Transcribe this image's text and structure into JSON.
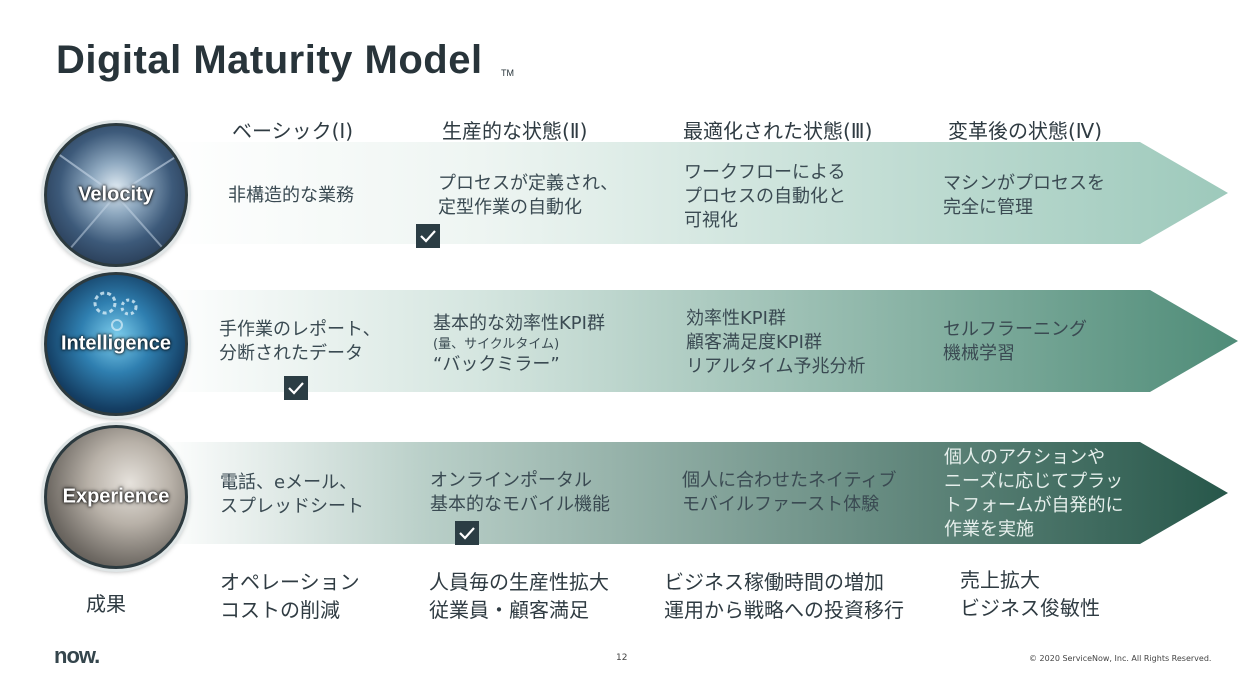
{
  "title": "Digital Maturity Model",
  "tm": "TM",
  "columns": [
    "ベーシック(I)",
    "生産的な状態(Ⅱ)",
    "最適化された状態(Ⅲ)",
    "変革後の状態(Ⅳ)"
  ],
  "rows": [
    {
      "name": "Velocity",
      "cells": [
        {
          "lines": [
            "非構造的な業務"
          ]
        },
        {
          "lines": [
            "プロセスが定義され、",
            "定型作業の自動化"
          ]
        },
        {
          "lines": [
            "ワークフローによる",
            "プロセスの自動化と",
            "可視化"
          ]
        },
        {
          "lines": [
            "マシンがプロセスを",
            "完全に管理"
          ]
        }
      ]
    },
    {
      "name": "Intelligence",
      "cells": [
        {
          "lines": [
            "手作業のレポート、",
            "分断されたデータ"
          ]
        },
        {
          "lines": [
            "基本的な効率性KPI群",
            "(量、サイクルタイム)",
            "“バックミラー”"
          ]
        },
        {
          "lines": [
            "効率性KPI群",
            "顧客満足度KPI群",
            "リアルタイム予兆分析"
          ]
        },
        {
          "lines": [
            "セルフラーニング",
            "機械学習"
          ]
        }
      ]
    },
    {
      "name": "Experience",
      "cells": [
        {
          "lines": [
            "電話、eメール、",
            "スプレッドシート"
          ]
        },
        {
          "lines": [
            "オンラインポータル",
            "基本的なモバイル機能"
          ]
        },
        {
          "lines": [
            "個人に合わせたネイティブ",
            "モバイルファースト体験"
          ]
        },
        {
          "lines": [
            "個人のアクションや",
            "ニーズに応じてプラッ",
            "トフォームが自発的に",
            "作業を実施"
          ]
        }
      ]
    }
  ],
  "outcomes": {
    "label": "成果",
    "items": [
      {
        "lines": [
          "オペレーション",
          "コストの削減"
        ]
      },
      {
        "lines": [
          "人員毎の生産性拡大",
          "従業員・顧客満足"
        ]
      },
      {
        "lines": [
          "ビジネス稼働時間の増加",
          "運用から戦略への投資移行"
        ]
      },
      {
        "lines": [
          "売上拡大",
          "ビジネス俊敏性"
        ]
      }
    ]
  },
  "check_icon": "checkmark-icon",
  "logo": "now.",
  "page_number": "12",
  "copyright": "© 2020 ServiceNow, Inc. All Rights Reserved.",
  "colors": {
    "velocity_end": "#9dc9bb",
    "intelligence_end": "#4f8c78",
    "experience_end": "#27574a",
    "text": "#3a4a52",
    "check_bg": "#2b3d44"
  }
}
